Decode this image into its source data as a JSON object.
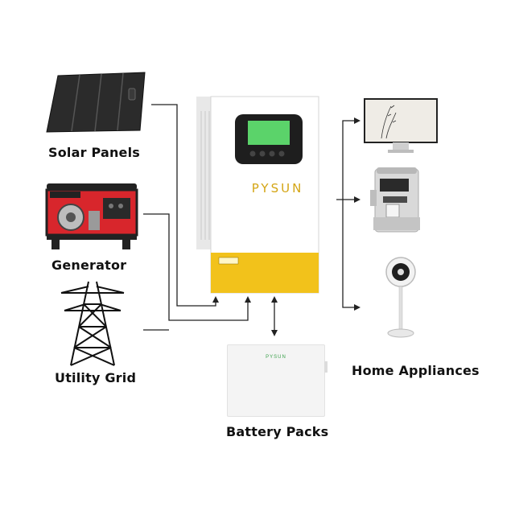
{
  "sources": {
    "solar_label": "Solar Panels",
    "generator_label": "Generator",
    "grid_label": "Utility Grid"
  },
  "inverter": {
    "brand": "PYSUN",
    "accent_color": "#f2c21b",
    "body_color": "#ffffff",
    "screen_color": "#5bd36a"
  },
  "storage": {
    "battery_label": "Battery Packs",
    "battery_brand": "PYSUN"
  },
  "loads": {
    "appliances_label": "Home Appliances"
  },
  "colors": {
    "line": "#222222",
    "panel": "#2b2b2b",
    "generator_red": "#d8262c"
  }
}
